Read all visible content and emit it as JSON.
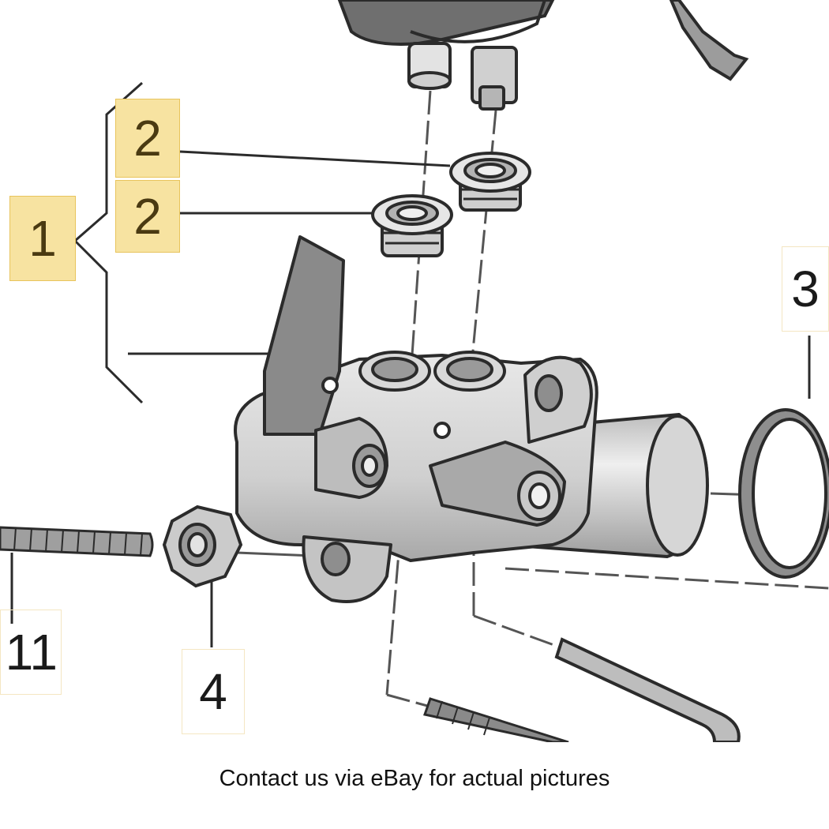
{
  "callouts": {
    "c1": "1",
    "c2a": "2",
    "c2b": "2",
    "c3": "3",
    "c4": "4",
    "c11": "11"
  },
  "caption": "Contact us via eBay for actual pictures",
  "colors": {
    "highlight": "#f7e3a1",
    "highlight_border": "#e8c45c",
    "part_fill": "#d9d9d9",
    "part_shadow": "#9a9a9a",
    "outline": "#2b2b2b"
  }
}
